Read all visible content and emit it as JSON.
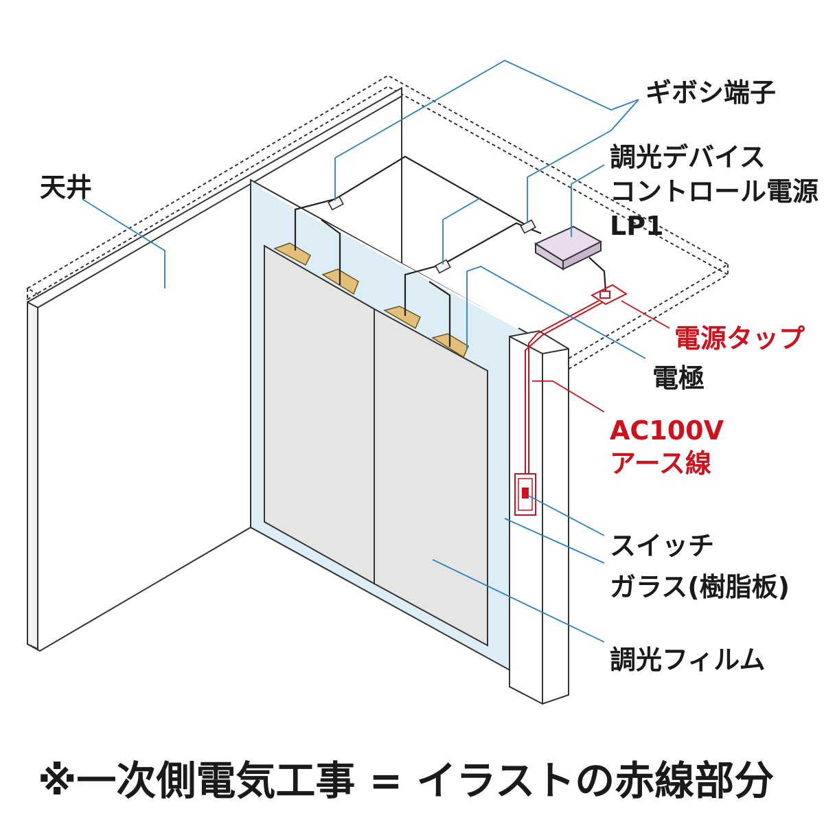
{
  "labels": {
    "ceiling": "天井",
    "terminal": "ギボシ端子",
    "power_supply_line1": "調光デバイス",
    "power_supply_line2": "コントロール電源",
    "power_supply_line3": "LP1",
    "power_tap": "電源タップ",
    "electrode": "電極",
    "ac_line1": "AC100V",
    "ac_line2": "アース線",
    "switch": "スイッチ",
    "glass": "ガラス(樹脂板)",
    "film": "調光フィルム"
  },
  "caption": "※一次側電気工事 = イラストの赤線部分",
  "colors": {
    "leader": "#2a7fc4",
    "red": "#d0101a",
    "glass": "#dcedf6",
    "film": "#e5e5e3",
    "device": "#e2d3e4",
    "electrode": "#e3c079",
    "outline": "#222222"
  }
}
